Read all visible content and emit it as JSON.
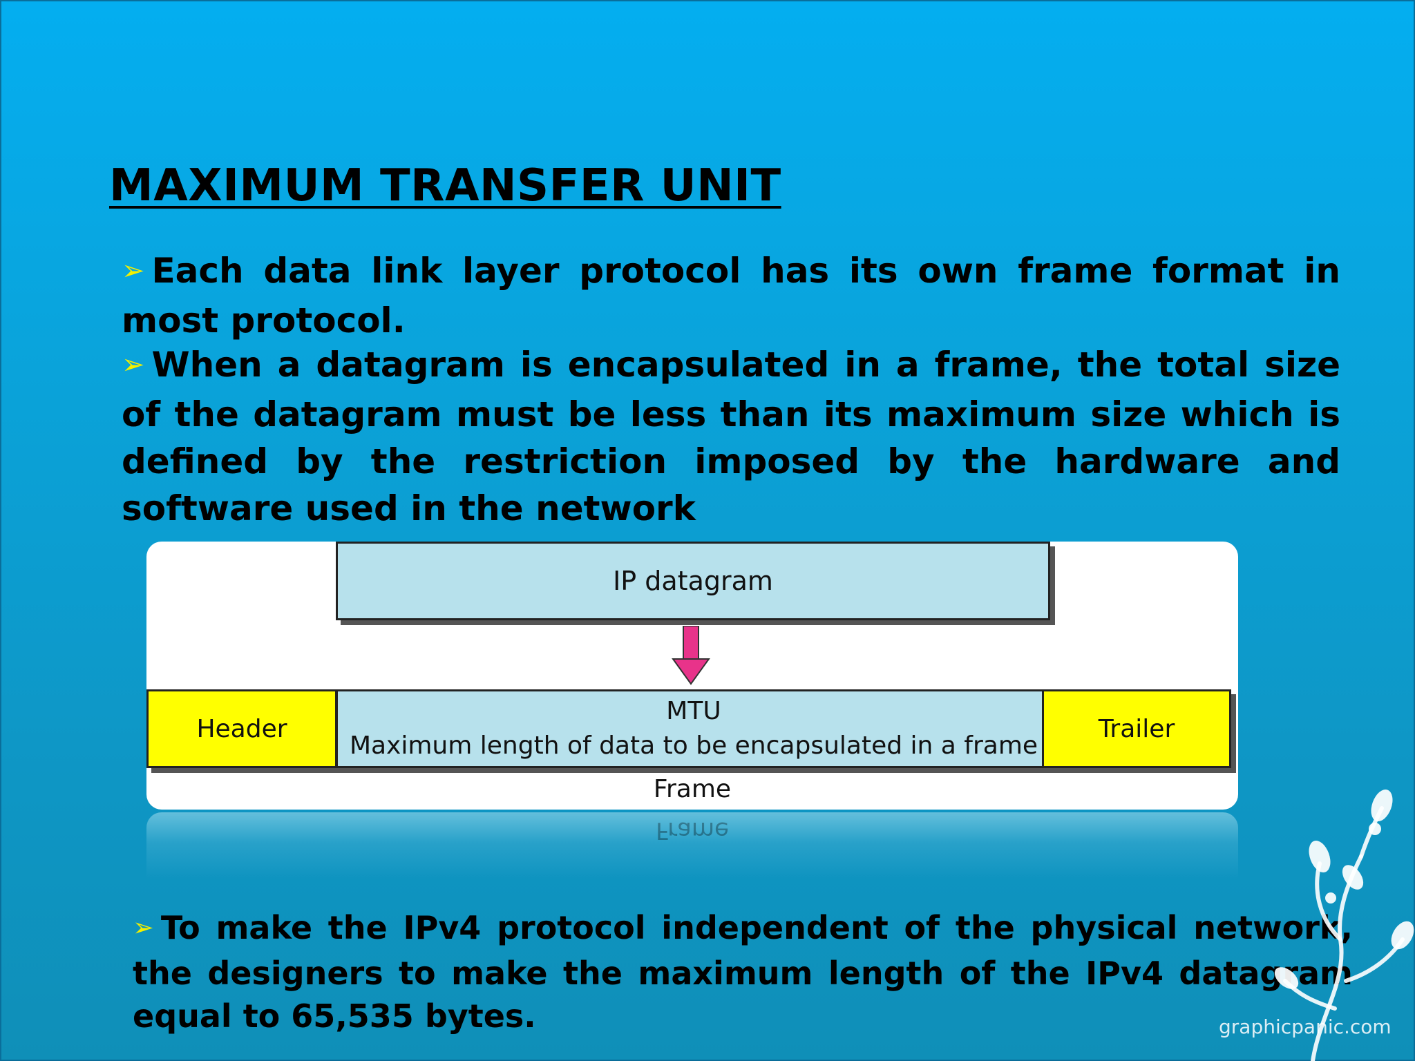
{
  "slide": {
    "title": "MAXIMUM TRANSFER UNIT",
    "bullets": [
      "Each data link layer protocol has its own frame format in most protocol.",
      "When a datagram is encapsulated in a frame, the total size of the datagram must be less than its maximum size which is defined by the restriction imposed by the hardware and software used in the network",
      "To make the IPv4 protocol independent of the physical network, the designers to make the maximum length of the IPv4 datagram equal to 65,535 bytes."
    ],
    "bullet_symbol": "➢"
  },
  "diagram": {
    "ip_datagram_label": "IP datagram",
    "header_label": "Header",
    "mtu_label": "MTU",
    "mtu_description": "Maximum length of data to be encapsulated in a frame",
    "trailer_label": "Trailer",
    "frame_label": "Frame",
    "colors": {
      "datagram_fill": "#b7e1ec",
      "header_trailer_fill": "#ffff00",
      "arrow": "#e8338a"
    }
  },
  "watermark": "graphicpanic.com"
}
